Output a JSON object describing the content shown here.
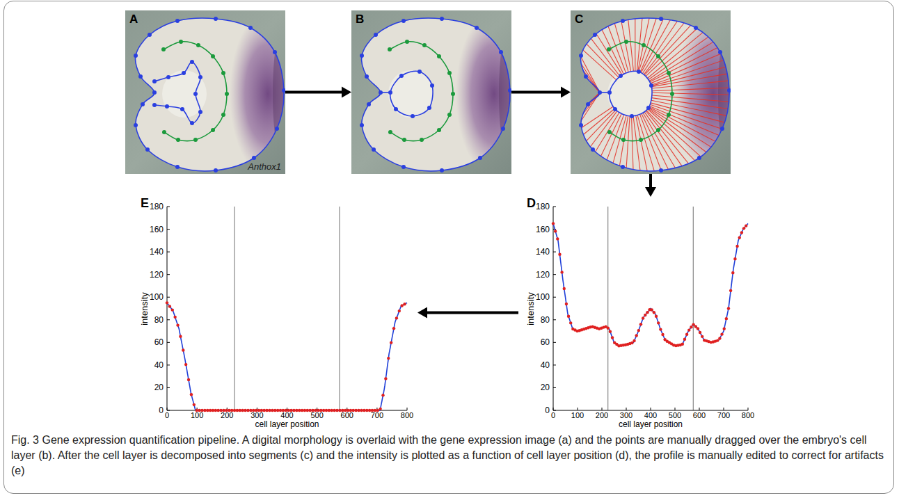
{
  "diagram": {
    "caption": "Fig. 3 Gene expression quantification pipeline. A digital morphology is overlaid with the gene expression image (a) and the points are manually dragged over the embryo's cell layer (b). After the cell layer is decomposed into segments (c) and the intensity is plotted as a function of cell layer position (d), the profile is manually edited to correct for artifacts (e)",
    "nodes": [
      {
        "text": [
          "A",
          "Anthox1"
        ]
      },
      {
        "text": [
          "B"
        ]
      },
      {
        "text": [
          "C"
        ]
      },
      {
        "text": [
          "D",
          "180",
          "160",
          "140",
          "120",
          "100",
          "80",
          "60",
          "40",
          "20",
          "0",
          "0",
          "100",
          "200",
          "300",
          "400",
          "500",
          "600",
          "700",
          "800",
          "intensity",
          "cell layer position"
        ]
      },
      {
        "text": [
          "E",
          "180",
          "160",
          "140",
          "120",
          "100",
          "80",
          "60",
          "40",
          "20",
          "0",
          "0",
          "100",
          "200",
          "300",
          "400",
          "500",
          "600",
          "700",
          "800",
          "intensity",
          "cell layer position"
        ]
      }
    ],
    "edges": [
      {
        "from": 0,
        "to": 1,
        "arrow": "to"
      },
      {
        "from": 1,
        "to": 2,
        "arrow": "to"
      },
      {
        "from": 2,
        "to": 3,
        "arrow": "to"
      },
      {
        "from": 3,
        "to": 4,
        "arrow": "to"
      }
    ]
  }
}
